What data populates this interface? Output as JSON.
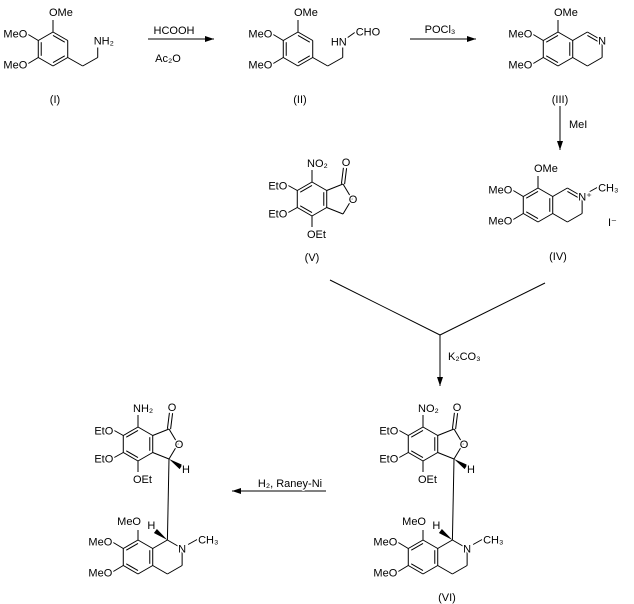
{
  "compounds": {
    "I": {
      "label": "(I)",
      "top": "OMe",
      "mid": "MeO",
      "low": "MeO",
      "amine": "NH₂"
    },
    "II": {
      "label": "(II)",
      "top": "OMe",
      "mid": "MeO",
      "low": "MeO",
      "amide_n": "HN",
      "amide_c": "CHO"
    },
    "III": {
      "label": "(III)",
      "top": "OMe",
      "mid": "MeO",
      "low": "MeO",
      "n": "N"
    },
    "IV": {
      "label": "(IV)",
      "top": "OMe",
      "mid": "MeO",
      "low": "MeO",
      "n": "N⁺",
      "methyl": "CH₃",
      "counterion": "I⁻"
    },
    "V": {
      "label": "(V)",
      "nitro": "NO₂",
      "eto1": "EtO",
      "eto2": "EtO",
      "oet": "OEt",
      "carbonyl_o": "O",
      "ring_o": "O"
    },
    "VI": {
      "label": "(VI)",
      "nitro": "NO₂",
      "eto1": "EtO",
      "eto2": "EtO",
      "oet": "OEt",
      "carbonyl_o": "O",
      "ring_o": "O",
      "h_lactone": "H",
      "h_iso": "H",
      "top": "MeO",
      "mid": "MeO",
      "low": "MeO",
      "n": "N",
      "methyl": "CH₃"
    },
    "product": {
      "nitro": "NH₂",
      "eto1": "EtO",
      "eto2": "EtO",
      "oet": "OEt",
      "carbonyl_o": "O",
      "ring_o": "O",
      "h_lactone": "H",
      "h_iso": "H",
      "top": "MeO",
      "mid": "MeO",
      "low": "MeO",
      "n": "N",
      "methyl": "CH₃"
    }
  },
  "reagents": {
    "step1_top": "HCOOH",
    "step1_bottom": "Ac₂O",
    "step2": "POCl₃",
    "step3": "MeI",
    "step4": "K₂CO₃",
    "step5": "H₂, Raney-Ni"
  }
}
